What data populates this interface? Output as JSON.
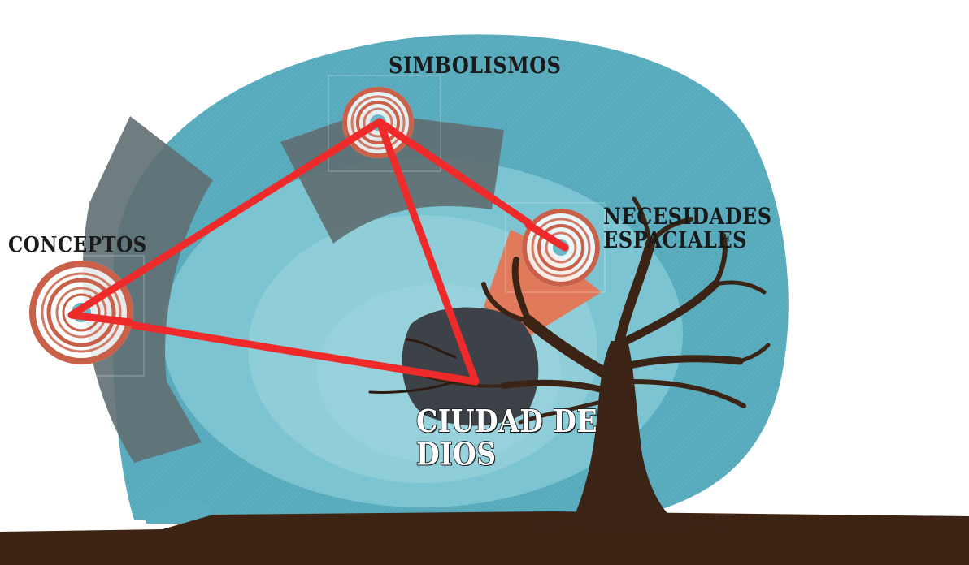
{
  "labels": {
    "simbolismos": "SIMBOLISMOS",
    "conceptos": "CONCEPTOS",
    "necesidades_line1": "NECESIDADES",
    "necesidades_line2": "ESPACIALES",
    "ciudad_line1": "CIUDAD DE",
    "ciudad_line2": "DIOS"
  },
  "colors": {
    "outer_blob": "#5aaec0",
    "inner_ring": "#7cc4d2",
    "core": "#8fcdd8",
    "panel_gray": "#5f6f72",
    "panel_orange": "#e07a5a",
    "triangle": "#ee2a2a",
    "ground": "#3e2412",
    "tree": "#3b2415",
    "rock": "#3d4148",
    "target_ring": "#c8604a"
  },
  "icons": [
    "target-icon",
    "tree-icon",
    "rock-icon"
  ]
}
